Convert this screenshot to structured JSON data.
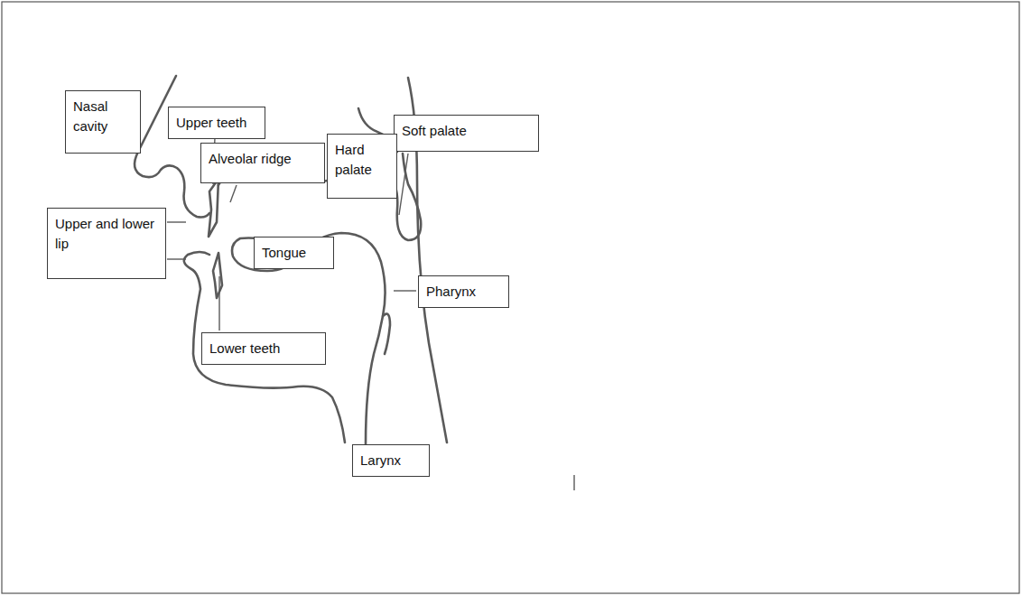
{
  "diagram": {
    "nodes": [
      {
        "text": [
          "Nasal cavity"
        ]
      },
      {
        "text": [
          "Upper teeth"
        ]
      },
      {
        "text": [
          "Soft palate"
        ]
      },
      {
        "text": [
          "Hard palate"
        ]
      },
      {
        "text": [
          "Alveolar ridge"
        ]
      },
      {
        "text": [
          "Upper and lower lip"
        ]
      },
      {
        "text": [
          "Tongue"
        ]
      },
      {
        "text": [
          "Pharynx"
        ]
      },
      {
        "text": [
          "Lower teeth"
        ]
      },
      {
        "text": [
          "Larynx"
        ]
      }
    ]
  }
}
